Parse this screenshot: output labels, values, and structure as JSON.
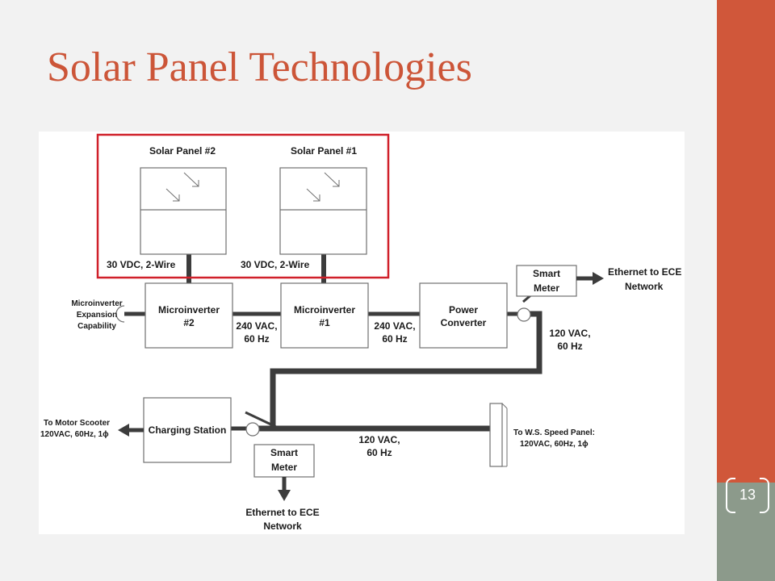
{
  "colors": {
    "title": "#cc5538",
    "band": "#d0573a",
    "band_footer": "#8c9a8b",
    "highlight": "#d0202a",
    "line": "#3c3c3c",
    "box_stroke": "#707070"
  },
  "slide": {
    "title": "Solar Panel Technologies",
    "page_number": "13"
  },
  "diagram": {
    "solar_panel_2": "Solar Panel #2",
    "solar_panel_1": "Solar Panel #1",
    "dc_label_left": "30 VDC, 2-Wire",
    "dc_label_right": "30 VDC, 2-Wire",
    "microinverter_2": [
      "Microinverter",
      "#2"
    ],
    "microinverter_1": [
      "Microinverter",
      "#1"
    ],
    "power_converter": [
      "Power",
      "Converter"
    ],
    "smart_meter_top": [
      "Smart",
      "Meter"
    ],
    "ethernet_top": [
      "Ethernet to ECE",
      "Network"
    ],
    "expansion": [
      "Microinverter",
      "Expansion",
      "Capability"
    ],
    "ac_label_1": [
      "240 VAC,",
      "60 Hz"
    ],
    "ac_label_2": [
      "240 VAC,",
      "60 Hz"
    ],
    "ac_label_3": [
      "120 VAC,",
      "60 Hz"
    ],
    "charging_station": "Charging Station",
    "smart_meter_bottom": [
      "Smart",
      "Meter"
    ],
    "ethernet_bottom": [
      "Ethernet to ECE",
      "Network"
    ],
    "motor_scooter": [
      "To Motor Scooter",
      "120VAC, 60Hz, 1ϕ"
    ],
    "ac_label_4": [
      "120 VAC,",
      "60 Hz"
    ],
    "speed_panel": [
      "To W.S. Speed Panel:",
      "120VAC, 60Hz, 1ϕ"
    ]
  }
}
